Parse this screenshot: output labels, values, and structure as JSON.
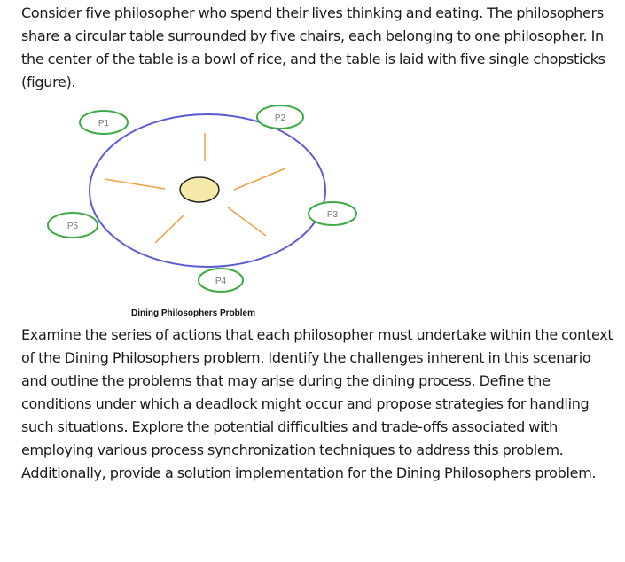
{
  "intro_text": "Consider five philosopher who spend their lives thinking and eating. The philosophers share a circular table surrounded by five chairs, each belonging to one philosopher. In the center of the table is a bowl of rice, and the table is laid with five single chopsticks (figure).",
  "figure": {
    "philosophers": [
      {
        "label": "P1"
      },
      {
        "label": "P2"
      },
      {
        "label": "P3"
      },
      {
        "label": "P4"
      },
      {
        "label": "P5"
      }
    ],
    "caption": "Dining Philosophers Problem",
    "colors": {
      "table_outline": "#5b5bd6",
      "philosopher_outline": "#3dab45",
      "chopstick": "#f0a040",
      "bowl_fill": "#f4e9a8",
      "bowl_outline": "#222222"
    }
  },
  "question_text": "Examine the series of actions that each philosopher must undertake within the context of the Dining Philosophers problem. Identify the challenges inherent in this scenario and outline the problems that may arise during the dining process. Define the conditions under which a deadlock might occur and propose strategies for handling such situations. Explore the potential difficulties and trade-offs associated with employing various process synchronization techniques to address this problem. Additionally, provide a solution implementation for the Dining Philosophers problem."
}
